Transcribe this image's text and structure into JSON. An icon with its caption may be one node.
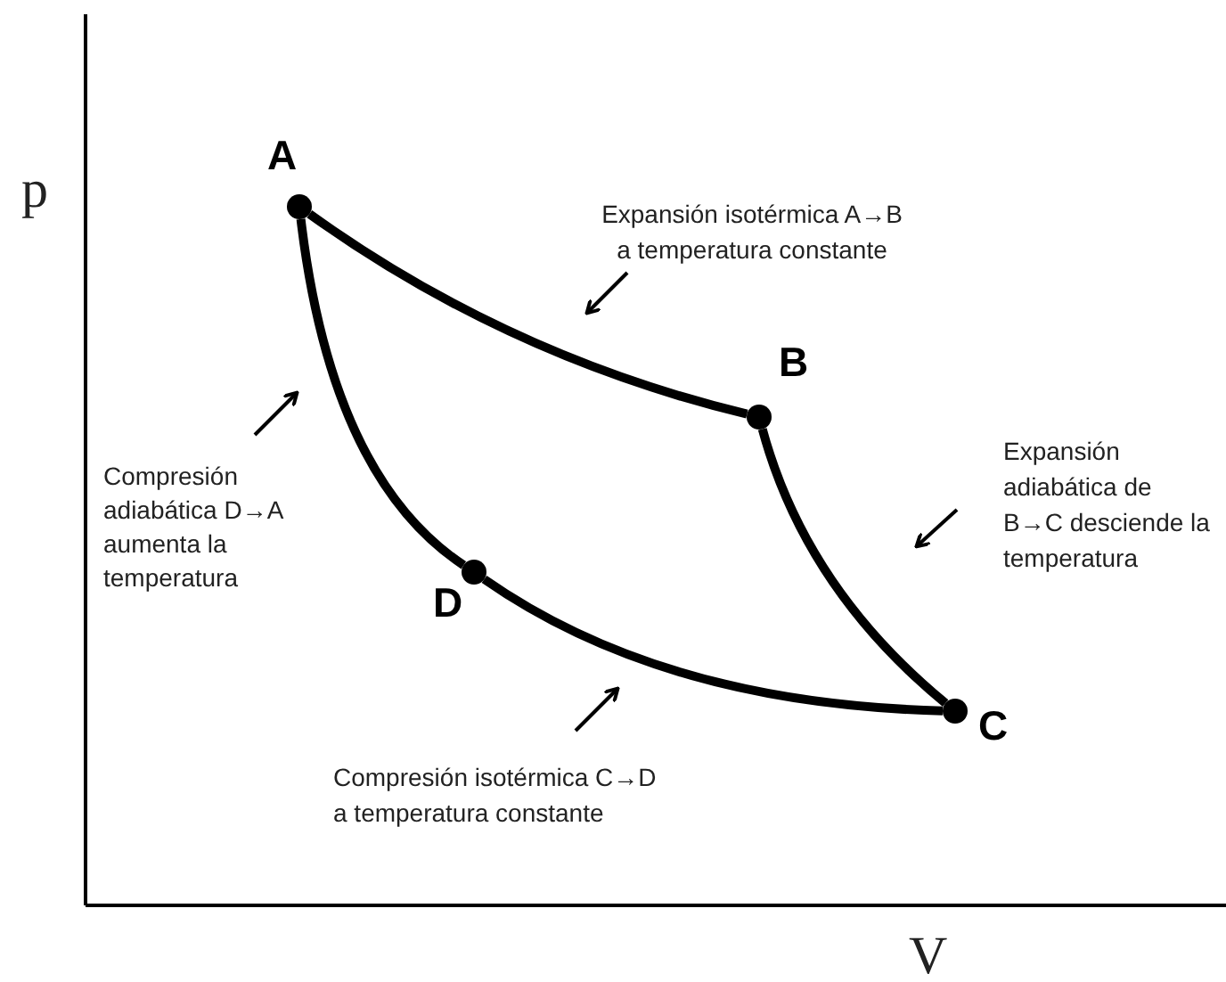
{
  "diagram": {
    "nodes": [
      {
        "text": [],
        "shape": "circle",
        "beside": [
          "A"
        ]
      },
      {
        "text": [],
        "shape": "circle",
        "beside": [
          "B"
        ]
      },
      {
        "text": [],
        "shape": "circle",
        "beside": [
          "C"
        ]
      },
      {
        "text": [],
        "shape": "circle",
        "beside": [
          "D"
        ]
      }
    ],
    "edges": [
      {
        "from": 0,
        "to": 1,
        "arrow": "none"
      },
      {
        "from": 1,
        "to": 2,
        "arrow": "none"
      },
      {
        "from": 2,
        "to": 3,
        "arrow": "none"
      },
      {
        "from": 3,
        "to": 0,
        "arrow": "none"
      }
    ],
    "labels": [
      "p",
      "Expansión isotérmica A→B a temperatura constante",
      "Compresión adiabática D→A aumenta la temperatura",
      "Expansión adiabática de B→C desciende la temperatura",
      "Compresión isotérmica C→D a temperatura constante",
      "V"
    ]
  }
}
